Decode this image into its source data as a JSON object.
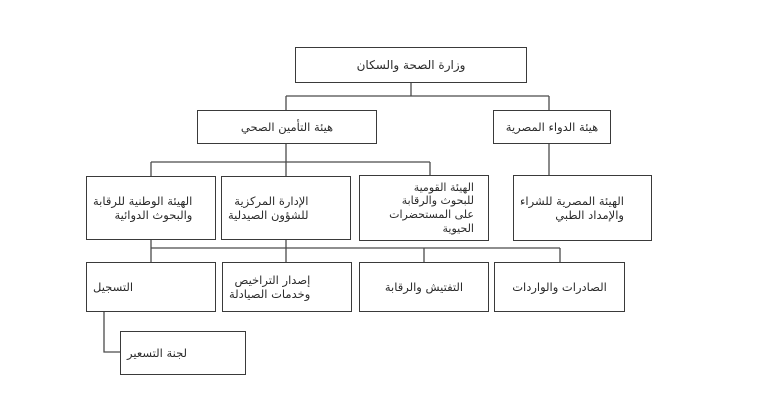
{
  "chart": {
    "nodes": {
      "ministry": "وزارة الصحة والسكان",
      "insurance": "هيئة التأمين الصحي",
      "drug_authority": "هيئة الدواء المصرية",
      "national_drug_control": "الهيئة الوطنية للرقابة\nوالبحوث الدوائية",
      "central_pharma_admin": "الإدارة المركزية\nللشؤون الصيدلية",
      "national_bio_authority": "الهيئة القومية\nللبحوث والرقابة\nعلى المستحضرات الحيوية",
      "procurement_authority": "الهيئة المصرية للشراء\nوالإمداد الطبي",
      "registration": "التسجيل",
      "licensing": "إصدار التراخيص\nوخدمات الصيادلة",
      "inspection": "التفتيش والرقابة",
      "imports_exports": "الصادرات والواردات",
      "pricing_committee": "لجنة التسعير"
    }
  }
}
